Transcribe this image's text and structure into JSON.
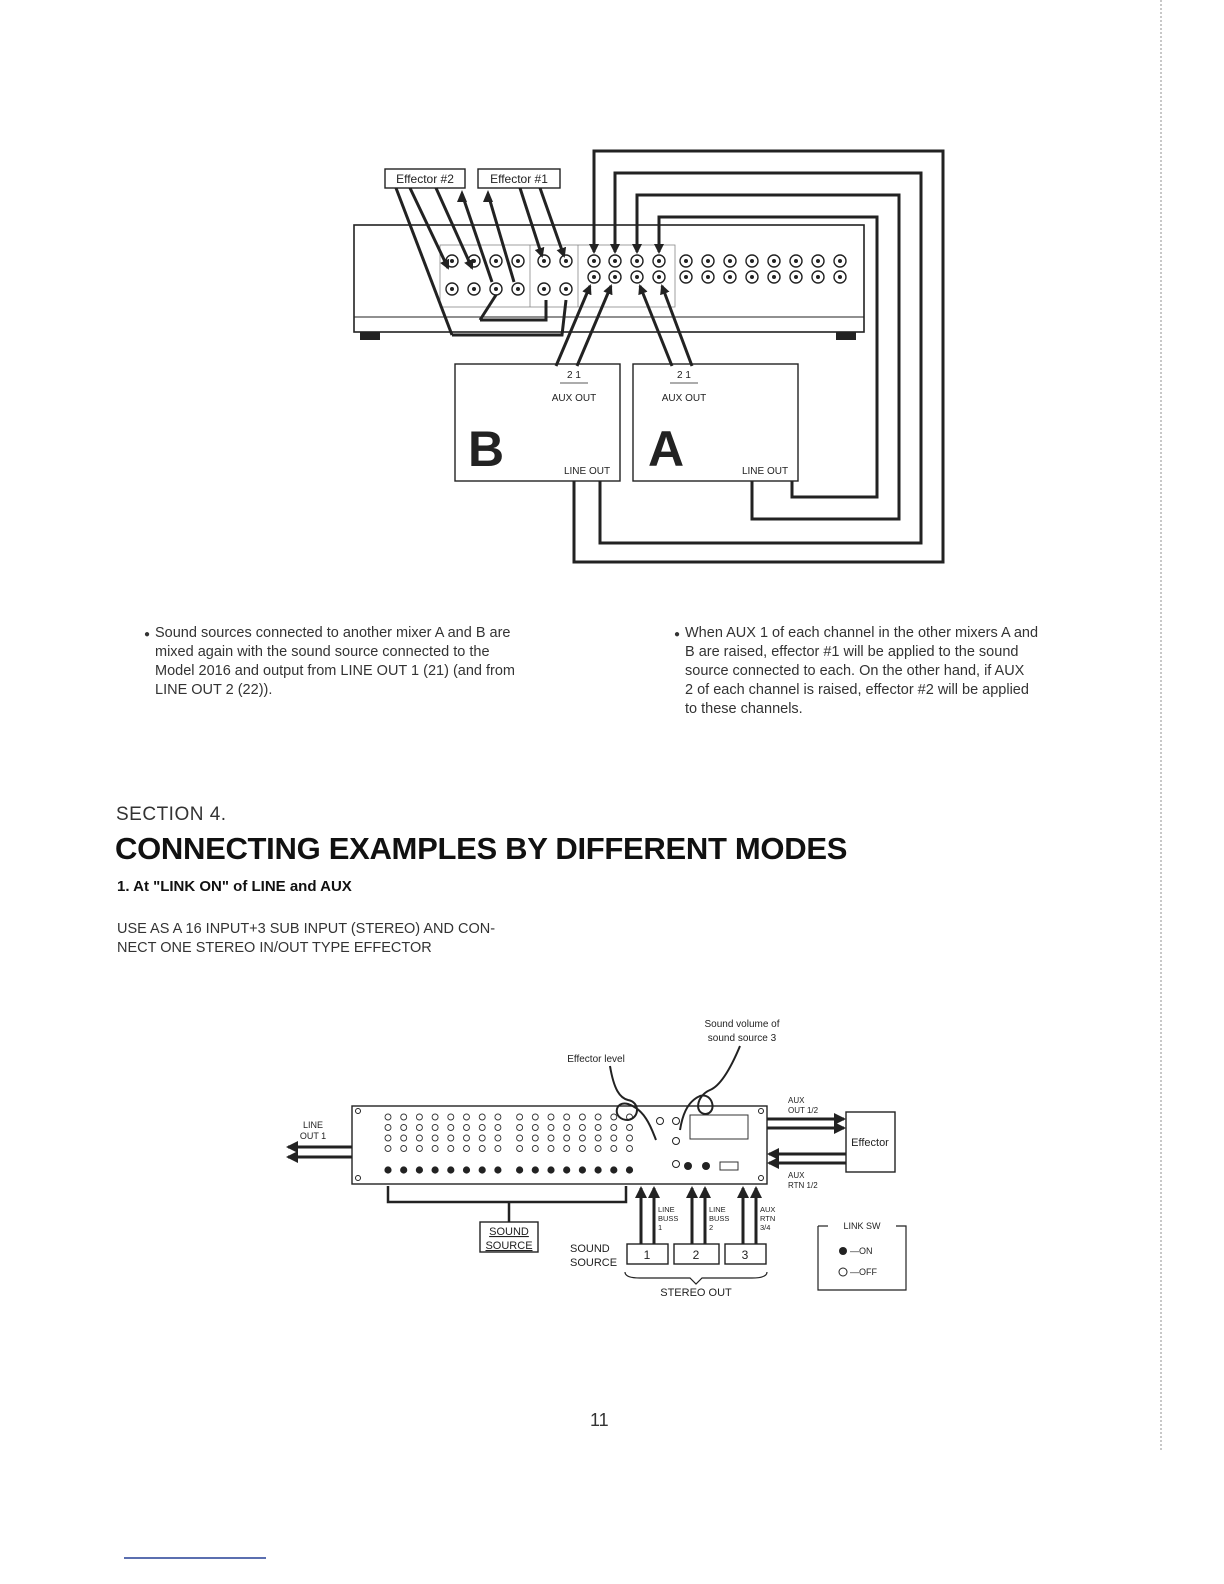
{
  "diagram1": {
    "effector2_label": "Effector #2",
    "effector1_label": "Effector #1",
    "mixer_b": {
      "letter": "B",
      "aux_nums": "2    1",
      "aux_label": "AUX OUT",
      "line_label": "LINE OUT"
    },
    "mixer_a": {
      "letter": "A",
      "aux_nums": "2    1",
      "aux_label": "AUX OUT",
      "line_label": "LINE OUT"
    }
  },
  "notes": {
    "left": [
      "Sound sources connected to another mixer A and B are",
      "mixed again with the sound source connected to the",
      "Model 2016 and output from LINE OUT 1 (21) (and from",
      "LINE OUT 2 (22))."
    ],
    "right": [
      "When AUX 1 of each channel in the other mixers A and",
      "B are raised, effector #1 will be applied to the sound",
      "source connected to each. On the other hand, if AUX",
      "2 of each channel is raised, effector #2 will be applied",
      "to these channels."
    ]
  },
  "section": {
    "label": "SECTION 4.",
    "title": "CONNECTING EXAMPLES BY DIFFERENT MODES",
    "subtitle": "1. At \"LINK ON\" of LINE and AUX",
    "use_text": [
      "USE AS A 16 INPUT+3 SUB INPUT (STEREO) AND CON-",
      "NECT ONE STEREO IN/OUT TYPE EFFECTOR"
    ]
  },
  "diagram2": {
    "sound_volume": [
      "Sound volume of",
      "sound source 3"
    ],
    "effector_level": "Effector level",
    "line_out1": [
      "LINE",
      "OUT 1"
    ],
    "aux_out": [
      "AUX",
      "OUT 1/2"
    ],
    "aux_rtn": [
      "AUX",
      "RTN 1/2"
    ],
    "effector": "Effector",
    "sound_source_box": [
      "SOUND",
      "SOURCE"
    ],
    "line_buss1": [
      "LINE",
      "BUSS",
      "1"
    ],
    "line_buss2": [
      "LINE",
      "BUSS",
      "2"
    ],
    "aux_rtn34": [
      "AUX",
      "RTN",
      "3/4"
    ],
    "sound_source_label": [
      "SOUND",
      "SOURCE"
    ],
    "source_nums": [
      "1",
      "2",
      "3"
    ],
    "stereo_out": "STEREO OUT",
    "link_sw": {
      "title": "LINK SW",
      "on": "ON",
      "off": "OFF"
    }
  },
  "page_number": "11"
}
